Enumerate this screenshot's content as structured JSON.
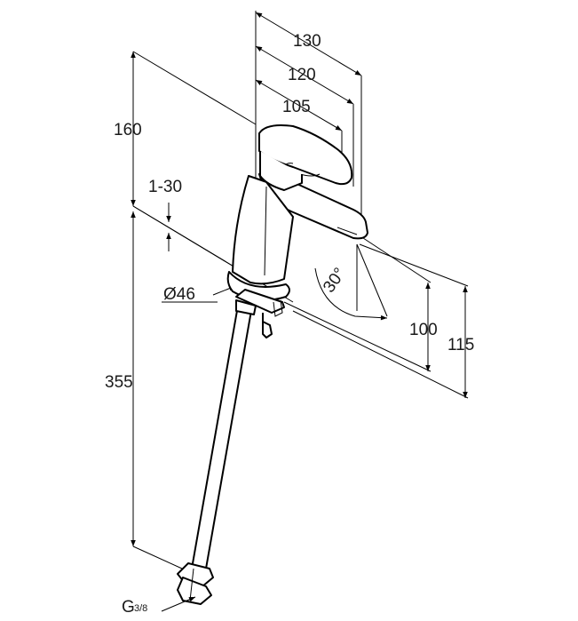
{
  "dimensions": {
    "width_130": "130",
    "width_120": "120",
    "width_105": "105",
    "height_160": "160",
    "range_1_30": "1-30",
    "diameter_46": "Ø46",
    "height_355": "355",
    "height_100": "100",
    "height_115": "115",
    "angle_30": "30°",
    "thread_g": "G",
    "thread_fraction": "3/8"
  }
}
